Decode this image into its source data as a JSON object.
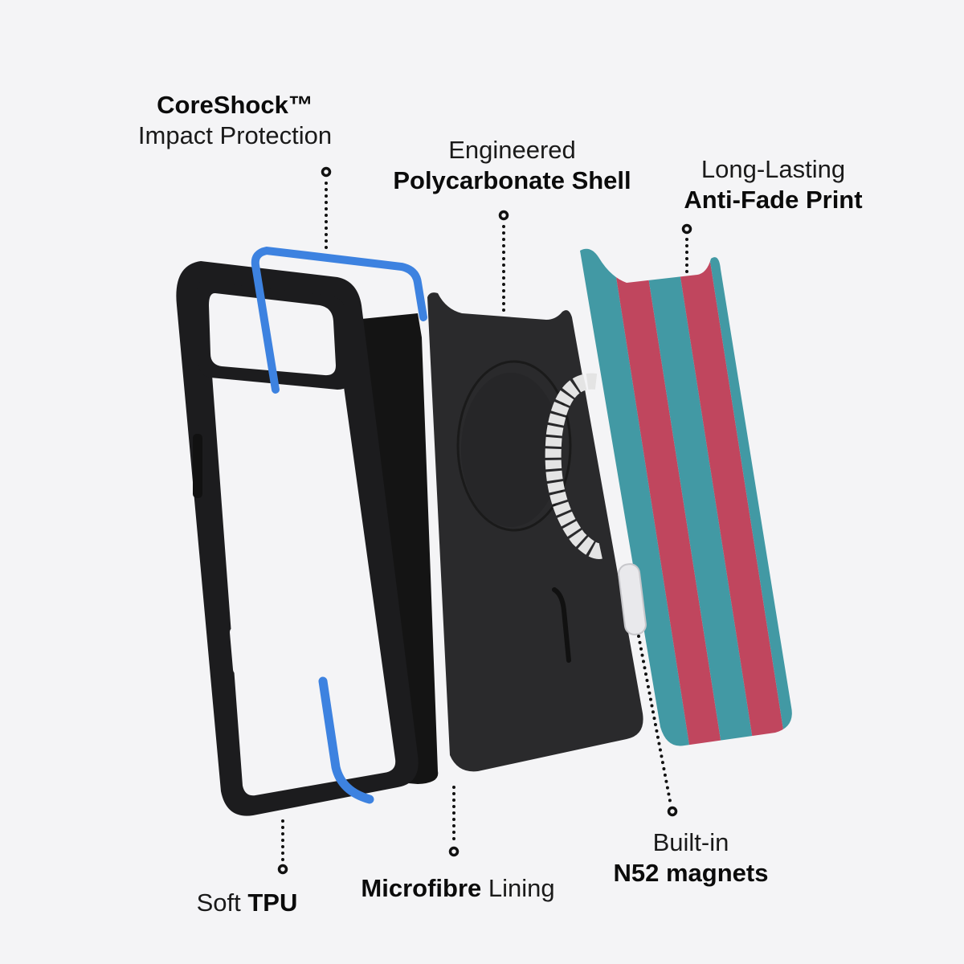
{
  "colors": {
    "background": "#f4f4f6",
    "frame_black": "#1c1c1e",
    "bumper_blue": "#3d82e0",
    "shell_black": "#2a2a2c",
    "lining_black": "#141414",
    "print_teal": "#4299a4",
    "print_red": "#c0465e",
    "magnet_ring": "#e4e4e4"
  },
  "callouts": {
    "coreshock": {
      "line1": "CoreShock™",
      "line2": "Impact Protection"
    },
    "polycarbonate": {
      "line1": "Engineered",
      "line2": "Polycarbonate Shell"
    },
    "antifade": {
      "line1": "Long-Lasting",
      "line2": "Anti-Fade Print"
    },
    "tpu": {
      "part1": "Soft ",
      "part2": "TPU"
    },
    "microfibre": {
      "part1": "Microfibre",
      "part2": " Lining"
    },
    "magnets": {
      "line1": "Built-in",
      "line2": "N52 magnets"
    }
  },
  "layers": [
    {
      "name": "TPU frame",
      "color": "#1c1c1e"
    },
    {
      "name": "CoreShock bumper",
      "color": "#3d82e0"
    },
    {
      "name": "Microfibre lining",
      "color": "#141414"
    },
    {
      "name": "Polycarbonate shell",
      "color": "#2a2a2c"
    },
    {
      "name": "Magnet ring",
      "color": "#e4e4e4"
    },
    {
      "name": "Anti-fade print",
      "stripes": [
        "#4299a4",
        "#c0465e"
      ]
    }
  ]
}
